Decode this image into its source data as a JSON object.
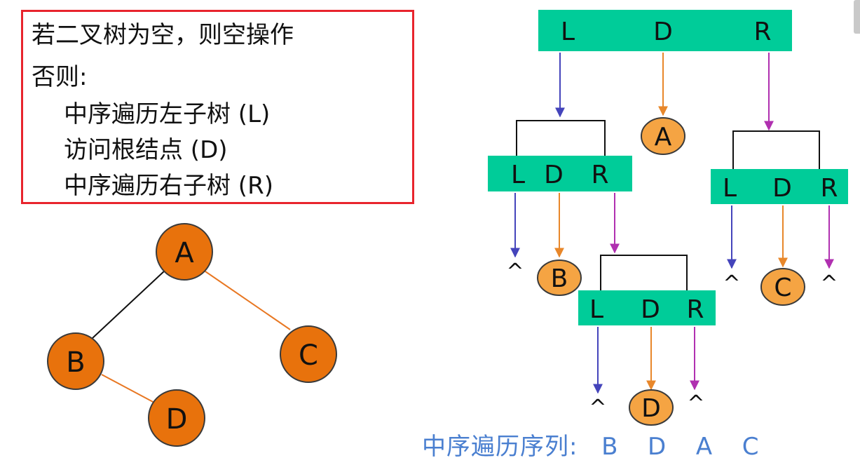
{
  "algorithm": {
    "lines": [
      "若二叉树为空，则空操作",
      "否则:",
      "中序遍历左子树 (L)",
      "访问根结点 (D)",
      "中序遍历右子树 (R)"
    ]
  },
  "tree": {
    "nodes": [
      {
        "id": "A",
        "label": "A"
      },
      {
        "id": "B",
        "label": "B"
      },
      {
        "id": "C",
        "label": "C"
      },
      {
        "id": "D",
        "label": "D"
      }
    ],
    "edges": [
      {
        "from": "A",
        "to": "B",
        "color": "#111111"
      },
      {
        "from": "A",
        "to": "C",
        "color": "#e87722"
      },
      {
        "from": "B",
        "to": "D",
        "color": "#e87722"
      }
    ]
  },
  "traversal": {
    "bar_labels": [
      "L",
      "D",
      "R"
    ],
    "visited_nodes": [
      "A",
      "B",
      "C",
      "D"
    ],
    "null_symbol": "^"
  },
  "result": {
    "label": "中序遍历序列:",
    "sequence": [
      "B",
      "D",
      "A",
      "C"
    ]
  },
  "colors": {
    "box_border": "#e8242d",
    "bar": "#00cc99",
    "node_fill": "#e8720c",
    "node_stroke": "#3a3a3a",
    "visit_fill": "#f5a443",
    "arrow_L": "#4444bb",
    "arrow_D": "#e8872a",
    "arrow_R": "#b030b0",
    "result_text": "#4a7fd0"
  }
}
